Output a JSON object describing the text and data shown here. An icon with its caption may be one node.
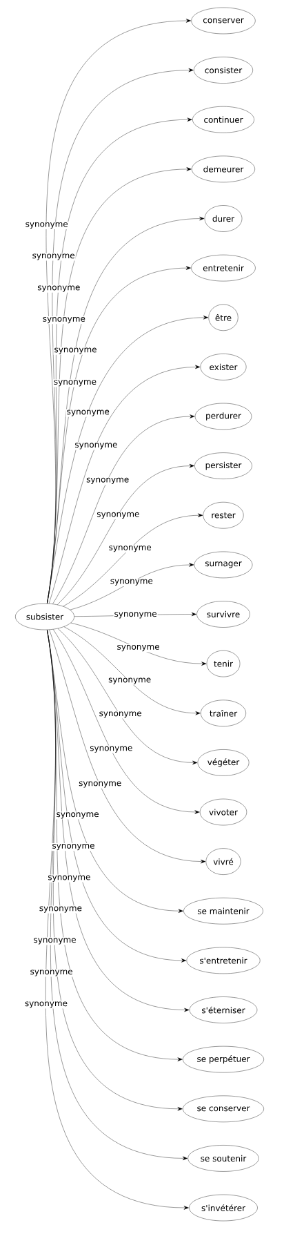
{
  "diagram": {
    "nodes": [
      {
        "text": [
          "subsister"
        ]
      },
      {
        "text": [
          "conserver"
        ]
      },
      {
        "text": [
          "consister"
        ]
      },
      {
        "text": [
          "continuer"
        ]
      },
      {
        "text": [
          "demeurer"
        ]
      },
      {
        "text": [
          "durer"
        ]
      },
      {
        "text": [
          "entretenir"
        ]
      },
      {
        "text": [
          "être"
        ]
      },
      {
        "text": [
          "exister"
        ]
      },
      {
        "text": [
          "perdurer"
        ]
      },
      {
        "text": [
          "persister"
        ]
      },
      {
        "text": [
          "rester"
        ]
      },
      {
        "text": [
          "surnager"
        ]
      },
      {
        "text": [
          "survivre"
        ]
      },
      {
        "text": [
          "tenir"
        ]
      },
      {
        "text": [
          "traîner"
        ]
      },
      {
        "text": [
          "végéter"
        ]
      },
      {
        "text": [
          "vivoter"
        ]
      },
      {
        "text": [
          "vivré"
        ]
      },
      {
        "text": [
          "se maintenir"
        ]
      },
      {
        "text": [
          "s'entretenir"
        ]
      },
      {
        "text": [
          "s'éterniser"
        ]
      },
      {
        "text": [
          "se perpétuer"
        ]
      },
      {
        "text": [
          "se conserver"
        ]
      },
      {
        "text": [
          "se soutenir"
        ]
      },
      {
        "text": [
          "s'invétérer"
        ]
      }
    ],
    "edges": [
      {
        "from": 0,
        "to": 1,
        "arrow": "to",
        "label": "synonyme"
      },
      {
        "from": 0,
        "to": 2,
        "arrow": "to",
        "label": "synonyme"
      },
      {
        "from": 0,
        "to": 3,
        "arrow": "to",
        "label": "synonyme"
      },
      {
        "from": 0,
        "to": 4,
        "arrow": "to",
        "label": "synonyme"
      },
      {
        "from": 0,
        "to": 5,
        "arrow": "to",
        "label": "synonyme"
      },
      {
        "from": 0,
        "to": 6,
        "arrow": "to",
        "label": "synonyme"
      },
      {
        "from": 0,
        "to": 7,
        "arrow": "to",
        "label": "synonyme"
      },
      {
        "from": 0,
        "to": 8,
        "arrow": "to",
        "label": "synonyme"
      },
      {
        "from": 0,
        "to": 9,
        "arrow": "to",
        "label": "synonyme"
      },
      {
        "from": 0,
        "to": 10,
        "arrow": "to",
        "label": "synonyme"
      },
      {
        "from": 0,
        "to": 11,
        "arrow": "to",
        "label": "synonyme"
      },
      {
        "from": 0,
        "to": 12,
        "arrow": "to",
        "label": "synonyme"
      },
      {
        "from": 0,
        "to": 13,
        "arrow": "to",
        "label": "synonyme"
      },
      {
        "from": 0,
        "to": 14,
        "arrow": "to",
        "label": "synonyme"
      },
      {
        "from": 0,
        "to": 15,
        "arrow": "to",
        "label": "synonyme"
      },
      {
        "from": 0,
        "to": 16,
        "arrow": "to",
        "label": "synonyme"
      },
      {
        "from": 0,
        "to": 17,
        "arrow": "to",
        "label": "synonyme"
      },
      {
        "from": 0,
        "to": 18,
        "arrow": "to",
        "label": "synonyme"
      },
      {
        "from": 0,
        "to": 19,
        "arrow": "to",
        "label": "synonyme"
      },
      {
        "from": 0,
        "to": 20,
        "arrow": "to",
        "label": "synonyme"
      },
      {
        "from": 0,
        "to": 21,
        "arrow": "to",
        "label": "synonyme"
      },
      {
        "from": 0,
        "to": 22,
        "arrow": "to",
        "label": "synonyme"
      },
      {
        "from": 0,
        "to": 23,
        "arrow": "to",
        "label": "synonyme"
      },
      {
        "from": 0,
        "to": 24,
        "arrow": "to",
        "label": "synonyme"
      },
      {
        "from": 0,
        "to": 25,
        "arrow": "to",
        "label": "synonyme"
      }
    ]
  }
}
